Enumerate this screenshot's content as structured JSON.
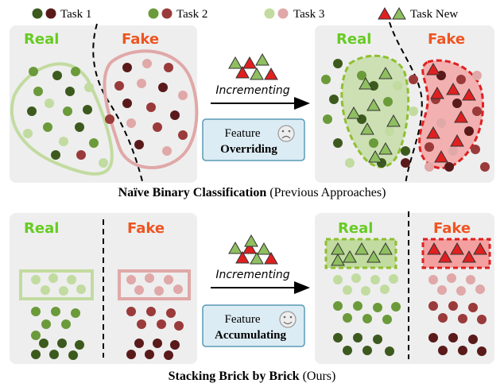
{
  "legend": {
    "task1": "Task 1",
    "task2": "Task 2",
    "task3": "Task 3",
    "task_new": "Task New"
  },
  "top": {
    "left_panel": {
      "real_label": "Real",
      "fake_label": "Fake"
    },
    "right_panel": {
      "real_label": "Real",
      "fake_label": "Fake"
    },
    "arrow_label": "Incrementing",
    "feature_box": {
      "line1": "Feature",
      "line2": "Overriding",
      "face": "sad-face-icon"
    },
    "caption_bold": "Naïve Binary Classification",
    "caption_rest": " (Previous Approaches)"
  },
  "bottom": {
    "left_panel": {
      "real_label": "Real",
      "fake_label": "Fake"
    },
    "right_panel": {
      "real_label": "Real",
      "fake_label": "Fake"
    },
    "arrow_label": "Incrementing",
    "feature_box": {
      "line1": "Feature",
      "line2": "Accumulating",
      "face": "smile-face-icon"
    },
    "caption_bold": "Stacking Brick by Brick",
    "caption_rest": " (Ours)"
  },
  "colors": {
    "real_text": "#66cc22",
    "fake_text": "#ee5522",
    "task1_real": "#3d5a1e",
    "task1_fake": "#5a1a1a",
    "task2_real": "#6b9a3a",
    "task2_fake": "#9a3a3a",
    "task3_real": "#c2dba0",
    "task3_fake": "#e0a8a8",
    "new_real": "#8fbf60",
    "new_fake": "#e02020",
    "panel_bg": "#eeeeee",
    "feature_box_bg": "#dcecf4",
    "feature_box_border": "#5a9ab5"
  }
}
